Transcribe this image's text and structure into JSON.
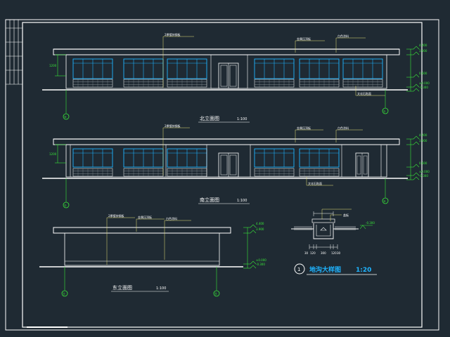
{
  "colors": {
    "background": "#1f2a33",
    "line": "#ffffff",
    "dim": "#39e639",
    "window": "#1fb4ff",
    "leader": "#e8e27a"
  },
  "north": {
    "title": "北立面图",
    "scale": "1:100",
    "axis_left": "⑥",
    "axis_right": "①",
    "note_a": "2厚镀锌钢板",
    "note_b": "金属压顶板",
    "note_c": "白色涂料",
    "note_d": "文化石贴面",
    "dim_left": "1200",
    "dims_right": [
      "4.400",
      "3.900",
      "0.600",
      "±0.000",
      "-0.300"
    ]
  },
  "south": {
    "title": "南立面图",
    "scale": "1:100",
    "axis_left": "①",
    "axis_right": "⑥",
    "note_a": "2厚镀锌钢板",
    "note_b": "金属压顶板",
    "note_c": "白色涂料",
    "note_d": "文化石贴面",
    "dim_left": "1200",
    "dims_right": [
      "4.400",
      "3.900",
      "0.600",
      "±0.000",
      "-0.300"
    ]
  },
  "east": {
    "title": "东立面图",
    "scale": "1:100",
    "axis_left": "Ⓐ",
    "axis_right": "Ⓓ",
    "note_a": "2厚镀锌钢板",
    "note_b": "金属压顶板",
    "note_c": "白色涂料",
    "dims_right": [
      "4.400",
      "3.900",
      "±0.000",
      "-0.300"
    ]
  },
  "detail": {
    "number": "1",
    "title": "地沟大样图",
    "scale": "1:20",
    "dims_bottom": [
      "30",
      "120",
      "300",
      "120",
      "30"
    ],
    "label_top": "盖板",
    "label_level": "-0.300"
  }
}
